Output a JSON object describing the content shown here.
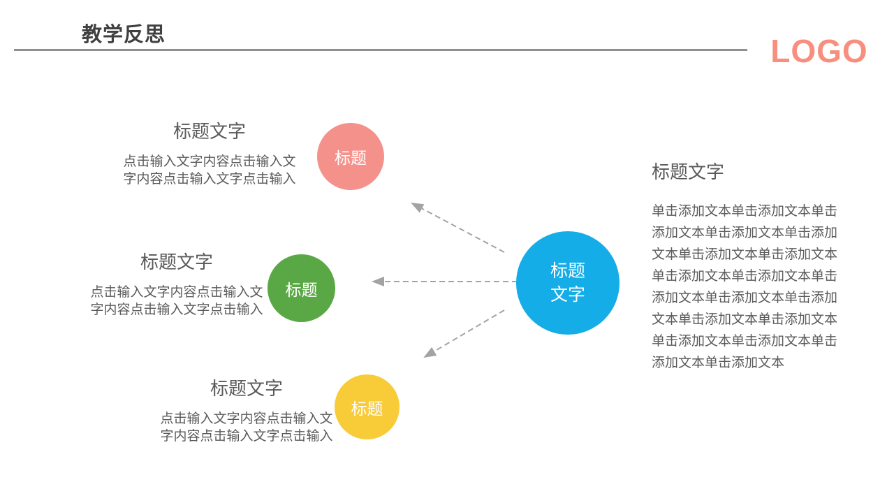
{
  "slide": {
    "title": "教学反思",
    "logo_text": "LOGO"
  },
  "colors": {
    "title_text": "#404040",
    "divider": "#8F8F8F",
    "logo": "#F88E7E",
    "heading_text": "#595959",
    "body_text": "#5A5A5A",
    "circle_label": "#FFFFFF",
    "coral": "#F5918B",
    "green": "#5AA845",
    "yellow": "#F8CB38",
    "blue": "#14ADE8",
    "arrow": "#A3A3A3"
  },
  "items": [
    {
      "heading": "标题文字",
      "body_line1": "点击输入文字内容点击输入文",
      "body_line2": "字内容点击输入文字点击输入",
      "circle_label": "标题"
    },
    {
      "heading": "标题文字",
      "body_line1": "点击输入文字内容点击输入文",
      "body_line2": "字内容点击输入文字点击输入",
      "circle_label": "标题"
    },
    {
      "heading": "标题文字",
      "body_line1": "点击输入文字内容点击输入文",
      "body_line2": "字内容点击输入文字点击输入",
      "circle_label": "标题"
    }
  ],
  "center_circle": {
    "line1": "标题",
    "line2": "文字"
  },
  "right_panel": {
    "heading": "标题文字",
    "lines": [
      "单击添加文本单击添加文本单击",
      "添加文本单击添加文本单击添加",
      "文本单击添加文本单击添加文本",
      "单击添加文本单击添加文本单击",
      "添加文本单击添加文本单击添加",
      "文本单击添加文本单击添加文本",
      "单击添加文本单击添加文本单击",
      "添加文本单击添加文本"
    ]
  }
}
